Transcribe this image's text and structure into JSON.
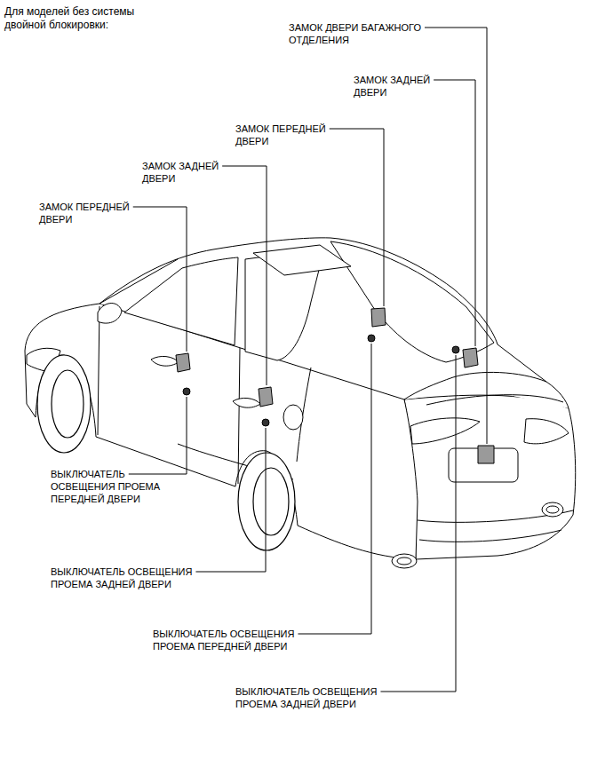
{
  "diagram": {
    "title": "Для моделей без системы двойной блокировки:",
    "labels": [
      "ЗАМОК ДВЕРИ БАГАЖНОГО ОТДЕЛЕНИЯ",
      "ЗАМОК ЗАДНЕЙ ДВЕРИ",
      "ЗАМОК ПЕРЕДНЕЙ ДВЕРИ",
      "ЗАМОК ЗАДНЕЙ ДВЕРИ",
      "ЗАМОК ПЕРЕДНЕЙ ДВЕРИ",
      "ВЫКЛЮЧАТЕЛЬ ОСВЕЩЕНИЯ ПРОЕМА ПЕРЕДНЕЙ ДВЕРИ",
      "ВЫКЛЮЧАТЕЛЬ ОСВЕЩЕНИЯ ПРОЕМА ЗАДНЕЙ ДВЕРИ",
      "ВЫКЛЮЧАТЕЛЬ ОСВЕЩЕНИЯ ПРОЕМА ПЕРЕДНЕЙ ДВЕРИ",
      "ВЫКЛЮЧАТЕЛЬ ОСВЕЩЕНИЯ ПРОЕМА ЗАДНЕЙ ДВЕРИ"
    ]
  }
}
